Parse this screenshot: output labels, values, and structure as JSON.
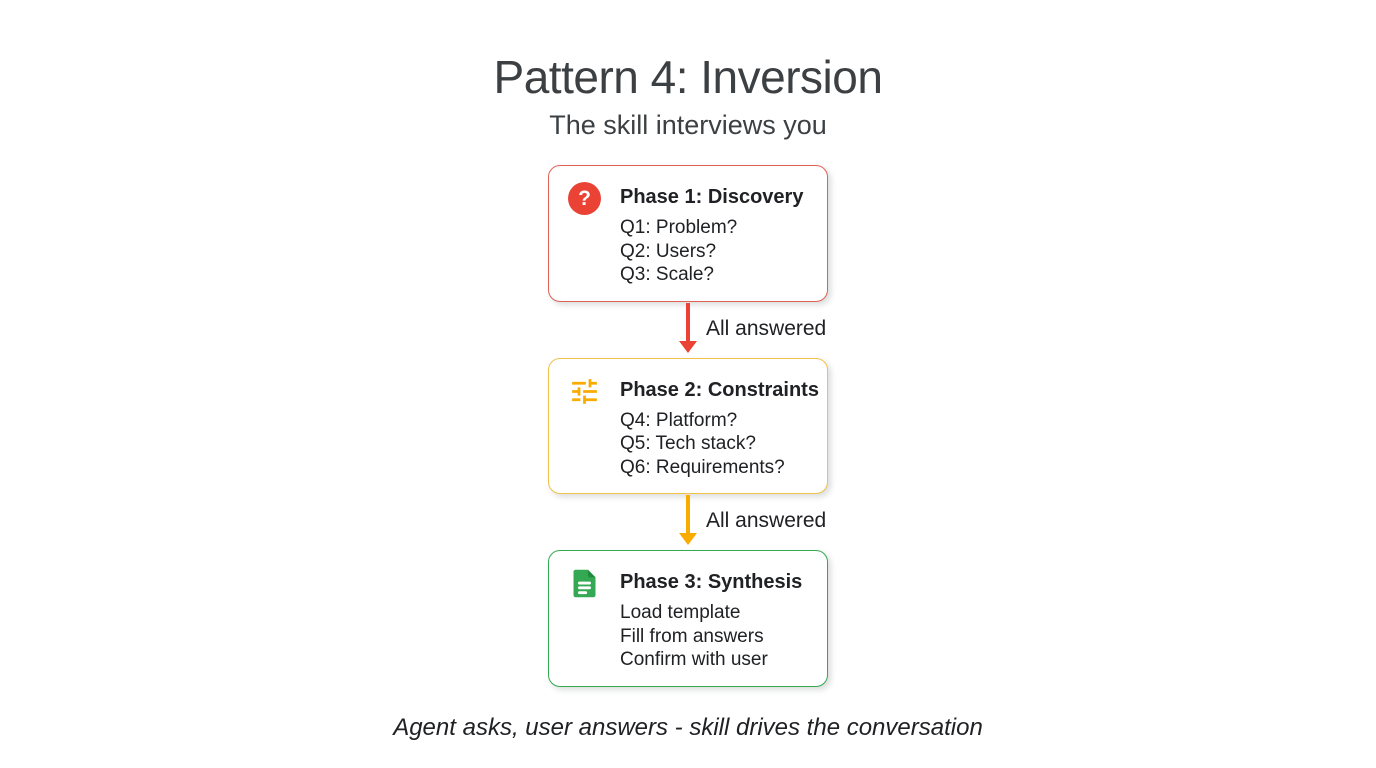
{
  "slide": {
    "title": "Pattern 4: Inversion",
    "subtitle": "The skill interviews you",
    "caption": "Agent asks, user answers - skill drives the conversation"
  },
  "phases": [
    {
      "title": "Phase 1: Discovery",
      "icon": "question-mark-circle-icon",
      "icon_glyph": "?",
      "accent": "#EA4335",
      "items": [
        "Q1: Problem?",
        "Q2: Users?",
        "Q3: Scale?"
      ]
    },
    {
      "title": "Phase 2: Constraints",
      "icon": "tune-sliders-icon",
      "accent": "#F9AB00",
      "items": [
        "Q4: Platform?",
        "Q5: Tech stack?",
        "Q6: Requirements?"
      ]
    },
    {
      "title": "Phase 3: Synthesis",
      "icon": "document-icon",
      "accent": "#34A853",
      "items": [
        "Load template",
        "Fill from answers",
        "Confirm with user"
      ]
    }
  ],
  "connectors": [
    {
      "label": "All answered",
      "color": "#EA4335"
    },
    {
      "label": "All answered",
      "color": "#F9AB00"
    }
  ],
  "colors": {
    "red": "#EA4335",
    "yellow": "#F9AB00",
    "green": "#34A853",
    "heading": "#3C4043",
    "text": "#202124",
    "background": "#FFFFFF"
  }
}
